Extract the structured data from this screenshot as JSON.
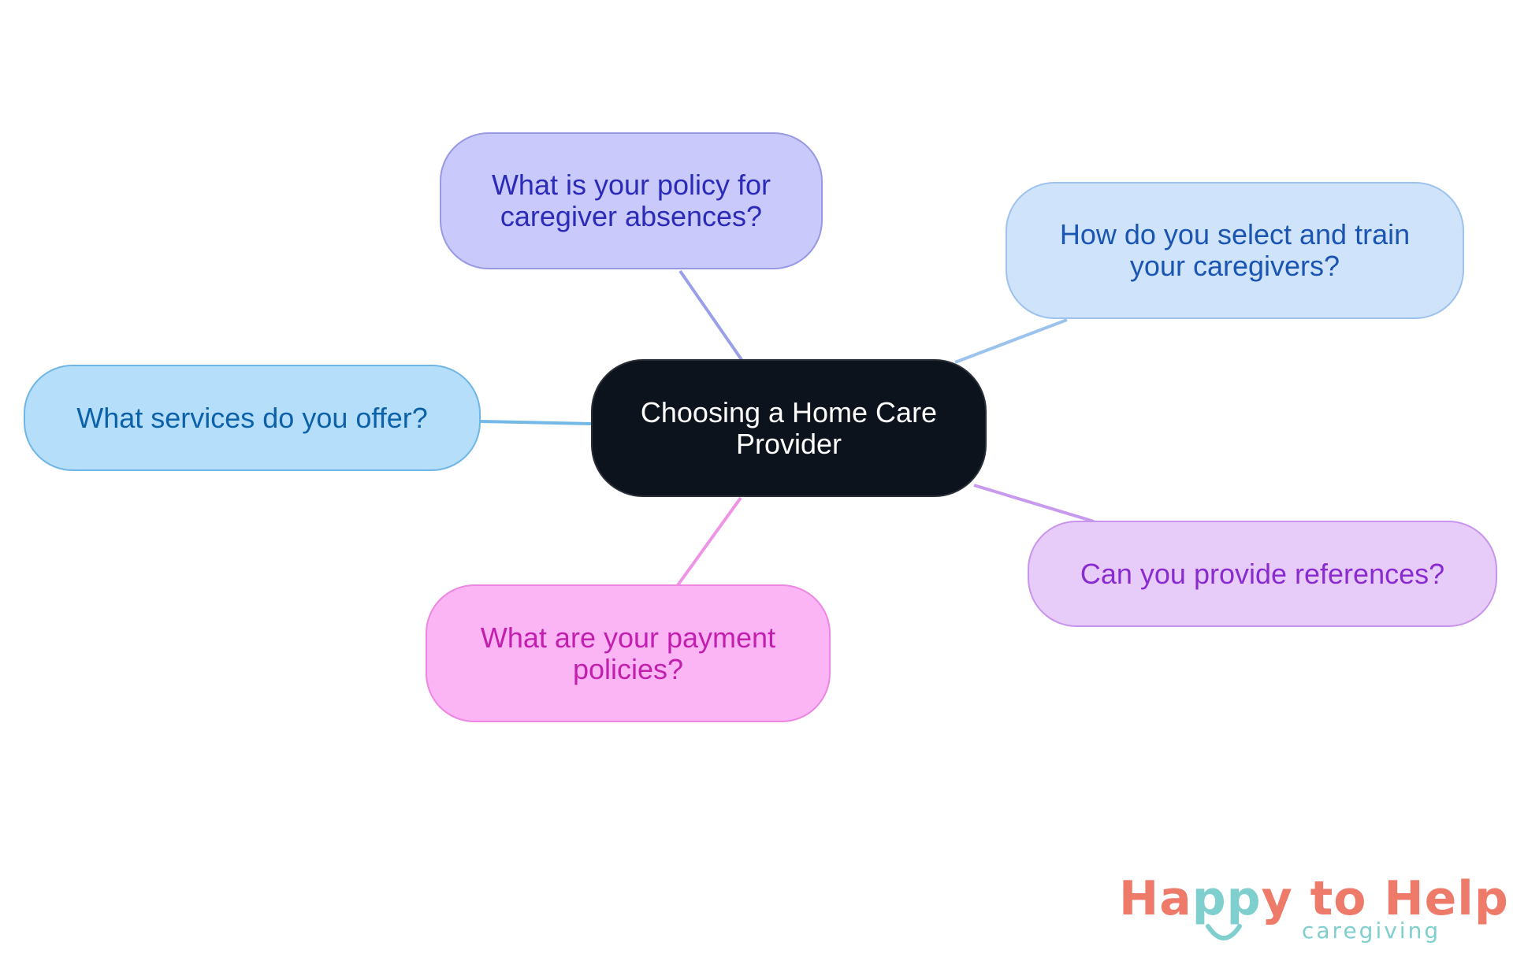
{
  "diagram": {
    "type": "mind-map",
    "center": {
      "lines": [
        "Choosing a Home Care",
        "Provider"
      ]
    },
    "branches": [
      {
        "id": "absence",
        "lines": [
          "What is your policy for",
          "caregiver absences?"
        ],
        "color": "#2b2bb8",
        "fill": "#c9c9fb"
      },
      {
        "id": "train",
        "lines": [
          "How do you select and train",
          "your caregivers?"
        ],
        "color": "#1a55b2",
        "fill": "#cfe3fb"
      },
      {
        "id": "services",
        "lines": [
          "What services do you offer?"
        ],
        "color": "#0c62a8",
        "fill": "#b5defb"
      },
      {
        "id": "references",
        "lines": [
          "Can you provide references?"
        ],
        "color": "#8a2bcf",
        "fill": "#e7ccfa"
      },
      {
        "id": "payment",
        "lines": [
          "What are your payment",
          "policies?"
        ],
        "color": "#c21fae",
        "fill": "#fbb5f5"
      }
    ]
  },
  "logo": {
    "title_parts": [
      "Ha",
      "pp",
      "y to Help"
    ],
    "subtitle": "caregiving",
    "colors": {
      "primary": "#ee7a6a",
      "accent": "#7fcfcf"
    }
  }
}
